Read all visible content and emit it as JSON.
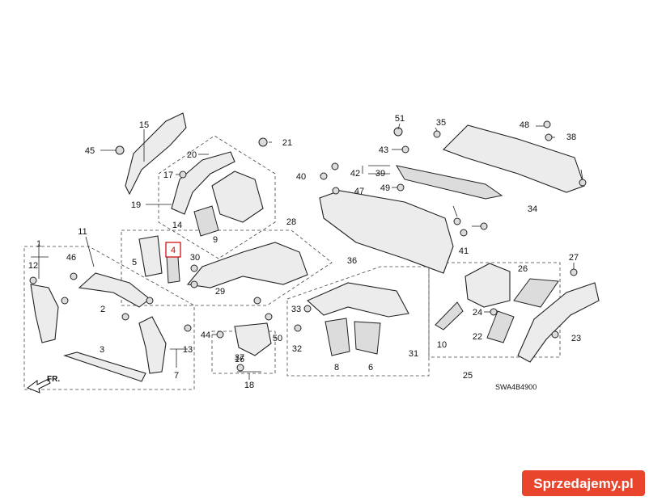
{
  "diagram_code": "SWA4B4900",
  "direction_label": "FR.",
  "callout_label": "4",
  "watermark": "Sprzedajemy.pl",
  "part_numbers": [
    "1",
    "2",
    "3",
    "5",
    "6",
    "7",
    "8",
    "9",
    "10",
    "11",
    "12",
    "13",
    "14",
    "15",
    "16",
    "17",
    "18",
    "19",
    "20",
    "21",
    "22",
    "23",
    "24",
    "25",
    "26",
    "27",
    "28",
    "29",
    "30",
    "31",
    "32",
    "33",
    "34",
    "35",
    "36",
    "37",
    "38",
    "39",
    "40",
    "41",
    "42",
    "43",
    "44",
    "45",
    "46",
    "47",
    "48",
    "49",
    "50",
    "51"
  ]
}
